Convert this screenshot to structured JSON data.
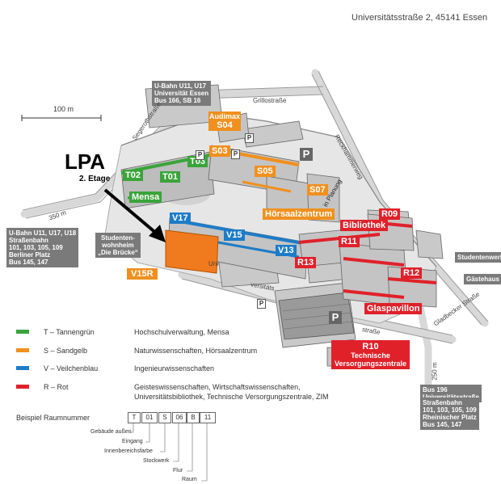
{
  "address": "Universitätsstraße 2, 45141 Essen",
  "scale": "100 m",
  "lpa": {
    "title": "LPA",
    "sub": "2. Etage"
  },
  "transit": {
    "top": "U-Bahn U11, U17\nUniversität Essen\nBus 166, SB 16",
    "left": "U-Bahn U11, U17, U18\nStraßenbahn\n101, 103, 105, 109\nBerliner Platz\nBus 145, 147",
    "right_bus": "Bus 196\nUniversitätsstraße",
    "right_tram": "Straßenbahn\n101, 103, 105, 109\nRheinischer Platz\nBus 145, 147"
  },
  "streets": {
    "grillo": "Grillostraße",
    "segeroth": "Segerothstraße",
    "reckhammer": "Reckhammerweg",
    "gladbecker": "Gladbecker Straße",
    "uni_a": "Uni-",
    "uni_b": "versitäts",
    "uni_c": "straße",
    "d350": "350 m",
    "d250": "250 m"
  },
  "places": {
    "mensa": "Mensa",
    "hoersaal": "Hörsaalzentrum",
    "audimax": "Audimax",
    "bibliothek": "Bibliothek",
    "glaspavillon": "Glaspavillon",
    "studentenwerk": "Studentenwerk",
    "gaestehaus": "Gästehaus",
    "wohnheim": "Studenten-\nwohnheim\n„Die Brücke“",
    "versorgung": "Technische\nVersorgungszentrale",
    "in_planung": "in Planung"
  },
  "buildings": {
    "T01": "T01",
    "T02": "T02",
    "T03": "T03",
    "S03": "S03",
    "S04": "S04",
    "S05": "S05",
    "S07": "S07",
    "V13": "V13",
    "V15": "V15",
    "V15R": "V15R",
    "V17": "V17",
    "R09": "R09",
    "R10": "R10",
    "R11": "R11",
    "R12": "R12",
    "R13": "R13"
  },
  "parking": "P",
  "legend": [
    {
      "code": "T",
      "name": "Tannengrün",
      "desc": "Hochschulverwaltung, Mensa",
      "color": "#3aa43a"
    },
    {
      "code": "S",
      "name": "Sandgelb",
      "desc": "Naturwissenschaften, Hörsaalzentrum",
      "color": "#f0901e"
    },
    {
      "code": "V",
      "name": "Veilchenblau",
      "desc": "Ingenieurwissenschaften",
      "color": "#1d7cc8"
    },
    {
      "code": "R",
      "name": "Rot",
      "desc": "Geisteswissenschaften, Wirtschaftswissenschaften,\nUniversitätsbibliothek, Technische Versorgungszentrale, ZIM",
      "color": "#e0212a"
    }
  ],
  "room_example": {
    "label": "Beispiel Raumnummer",
    "boxes": [
      "T",
      "01",
      "S",
      "06",
      "B",
      "11"
    ],
    "parts": [
      "Gebäude außen",
      "Eingang",
      "Innenbereichsfarbe",
      "Stockwerk",
      "Flur",
      "Raum"
    ]
  },
  "colors": {
    "T": "#3aa43a",
    "S": "#f0901e",
    "V": "#1d7cc8",
    "R": "#e0212a",
    "transit": "#7a7a7a"
  }
}
